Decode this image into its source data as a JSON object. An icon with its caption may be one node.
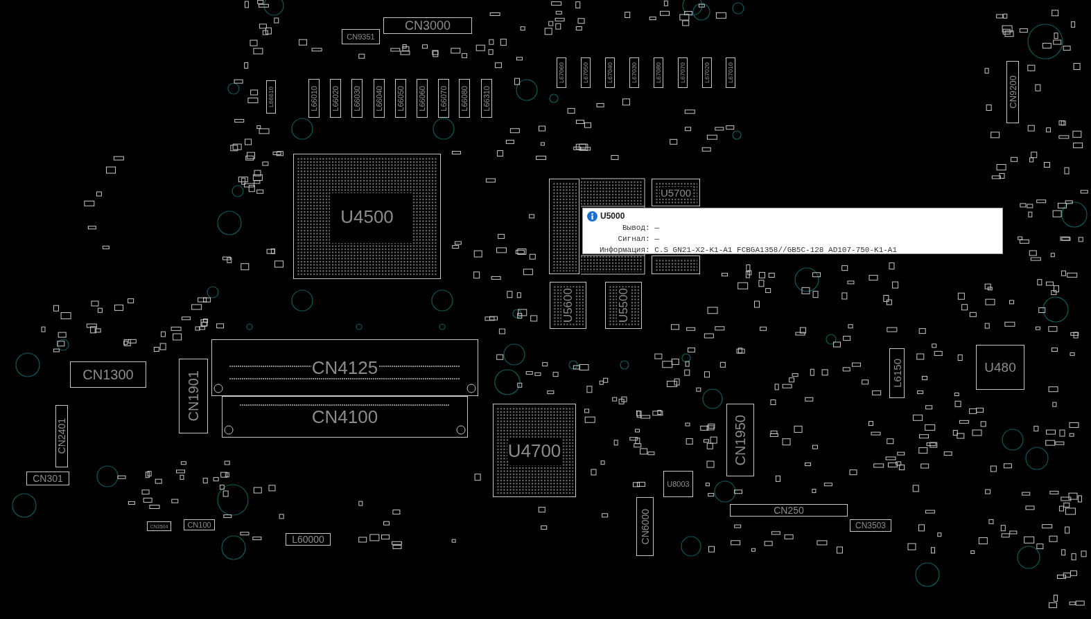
{
  "diagram": {
    "nodes": [
      {
        "text": [
          "CN3000"
        ]
      },
      {
        "text": [
          "CN9351"
        ]
      },
      {
        "text": [
          "L66610"
        ]
      },
      {
        "text": [
          "L66010"
        ]
      },
      {
        "text": [
          "L66020"
        ]
      },
      {
        "text": [
          "L66030"
        ]
      },
      {
        "text": [
          "L66040"
        ]
      },
      {
        "text": [
          "L66050"
        ]
      },
      {
        "text": [
          "L66060"
        ]
      },
      {
        "text": [
          "L66070"
        ]
      },
      {
        "text": [
          "L66080"
        ]
      },
      {
        "text": [
          "L66310"
        ]
      },
      {
        "text": [
          "L67060"
        ]
      },
      {
        "text": [
          "L67050"
        ]
      },
      {
        "text": [
          "L67040"
        ]
      },
      {
        "text": [
          "L67030"
        ]
      },
      {
        "text": [
          "L67080"
        ]
      },
      {
        "text": [
          "L67070"
        ]
      },
      {
        "text": [
          "L67020"
        ]
      },
      {
        "text": [
          "L67010"
        ]
      },
      {
        "text": [
          "CN9200"
        ]
      },
      {
        "text": [
          "U4500"
        ]
      },
      {
        "text": [],
        "shape": "box"
      },
      {
        "text": [
          "U5700"
        ]
      },
      {
        "text": [],
        "shape": "box"
      },
      {
        "text": [
          "U5000",
          "Вывод: —",
          "Сигнал: —",
          "Информация: C.S GN21-X2-K1-A1 FCBGA1358//GB5C-128 AD107-750-K1-A1"
        ]
      },
      {
        "text": [
          "U5600"
        ]
      },
      {
        "text": [
          "U5500"
        ]
      },
      {
        "text": [
          "U480"
        ]
      },
      {
        "text": [
          "L6150"
        ]
      },
      {
        "text": [
          "CN4125"
        ]
      },
      {
        "text": [
          "CN1300"
        ]
      },
      {
        "text": [
          "CN1901"
        ]
      },
      {
        "text": [
          "CN4100"
        ]
      },
      {
        "text": [
          "CN2401"
        ]
      },
      {
        "text": [
          "U4700"
        ]
      },
      {
        "text": [
          "CN1950"
        ]
      },
      {
        "text": [
          "U8003"
        ]
      },
      {
        "text": [
          "CN301"
        ]
      },
      {
        "text": [
          "CN250"
        ]
      },
      {
        "text": [
          "CN6000"
        ]
      },
      {
        "text": [
          "CN100"
        ]
      },
      {
        "text": [
          "CN3504"
        ]
      },
      {
        "text": [
          "CN3503"
        ]
      },
      {
        "text": [
          "L60000"
        ]
      }
    ]
  }
}
